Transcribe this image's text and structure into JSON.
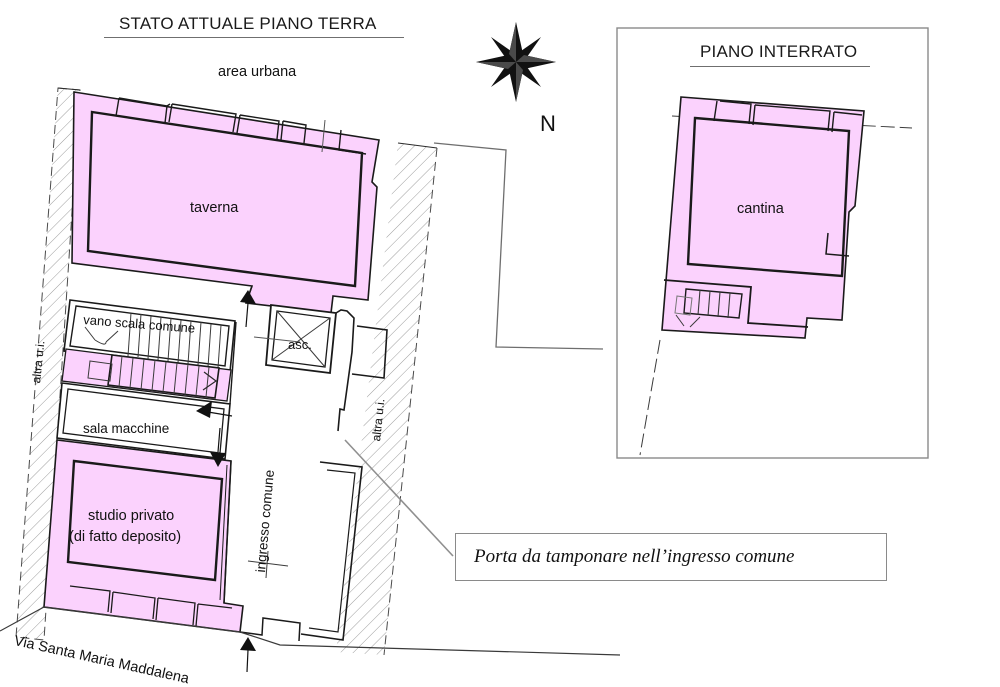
{
  "document": {
    "type": "architectural-floor-plan",
    "language": "it"
  },
  "left_plan": {
    "title": "STATO ATTUALE PIANO TERRA",
    "labels": {
      "area_urbana": "area urbana",
      "taverna": "taverna",
      "vano_scala_comune": "vano scala comune",
      "asc": "asc.",
      "sala_macchine": "sala macchine",
      "studio_privato_line1": "studio privato",
      "studio_privato_line2": "(di fatto deposito)",
      "ingresso_comune": "ingresso comune",
      "altra_ui_left": "altra u.i.",
      "altra_ui_right": "altra u.i.",
      "street": "Via Santa Maria Maddalena"
    }
  },
  "right_plan": {
    "title": "PIANO INTERRATO",
    "labels": {
      "cantina": "cantina"
    }
  },
  "compass": {
    "north_letter": "N",
    "icon": "compass-rose-icon"
  },
  "callout": {
    "text": "Porta da tamponare nell’ingresso comune"
  },
  "colors": {
    "room_fill": "#fbd2fd",
    "wall_stroke": "#1a1a1a",
    "hatch_stroke": "#9a9a9a",
    "frame_stroke": "#8a8a8a",
    "leader_stroke": "#8f8f8f",
    "background": "#ffffff"
  }
}
